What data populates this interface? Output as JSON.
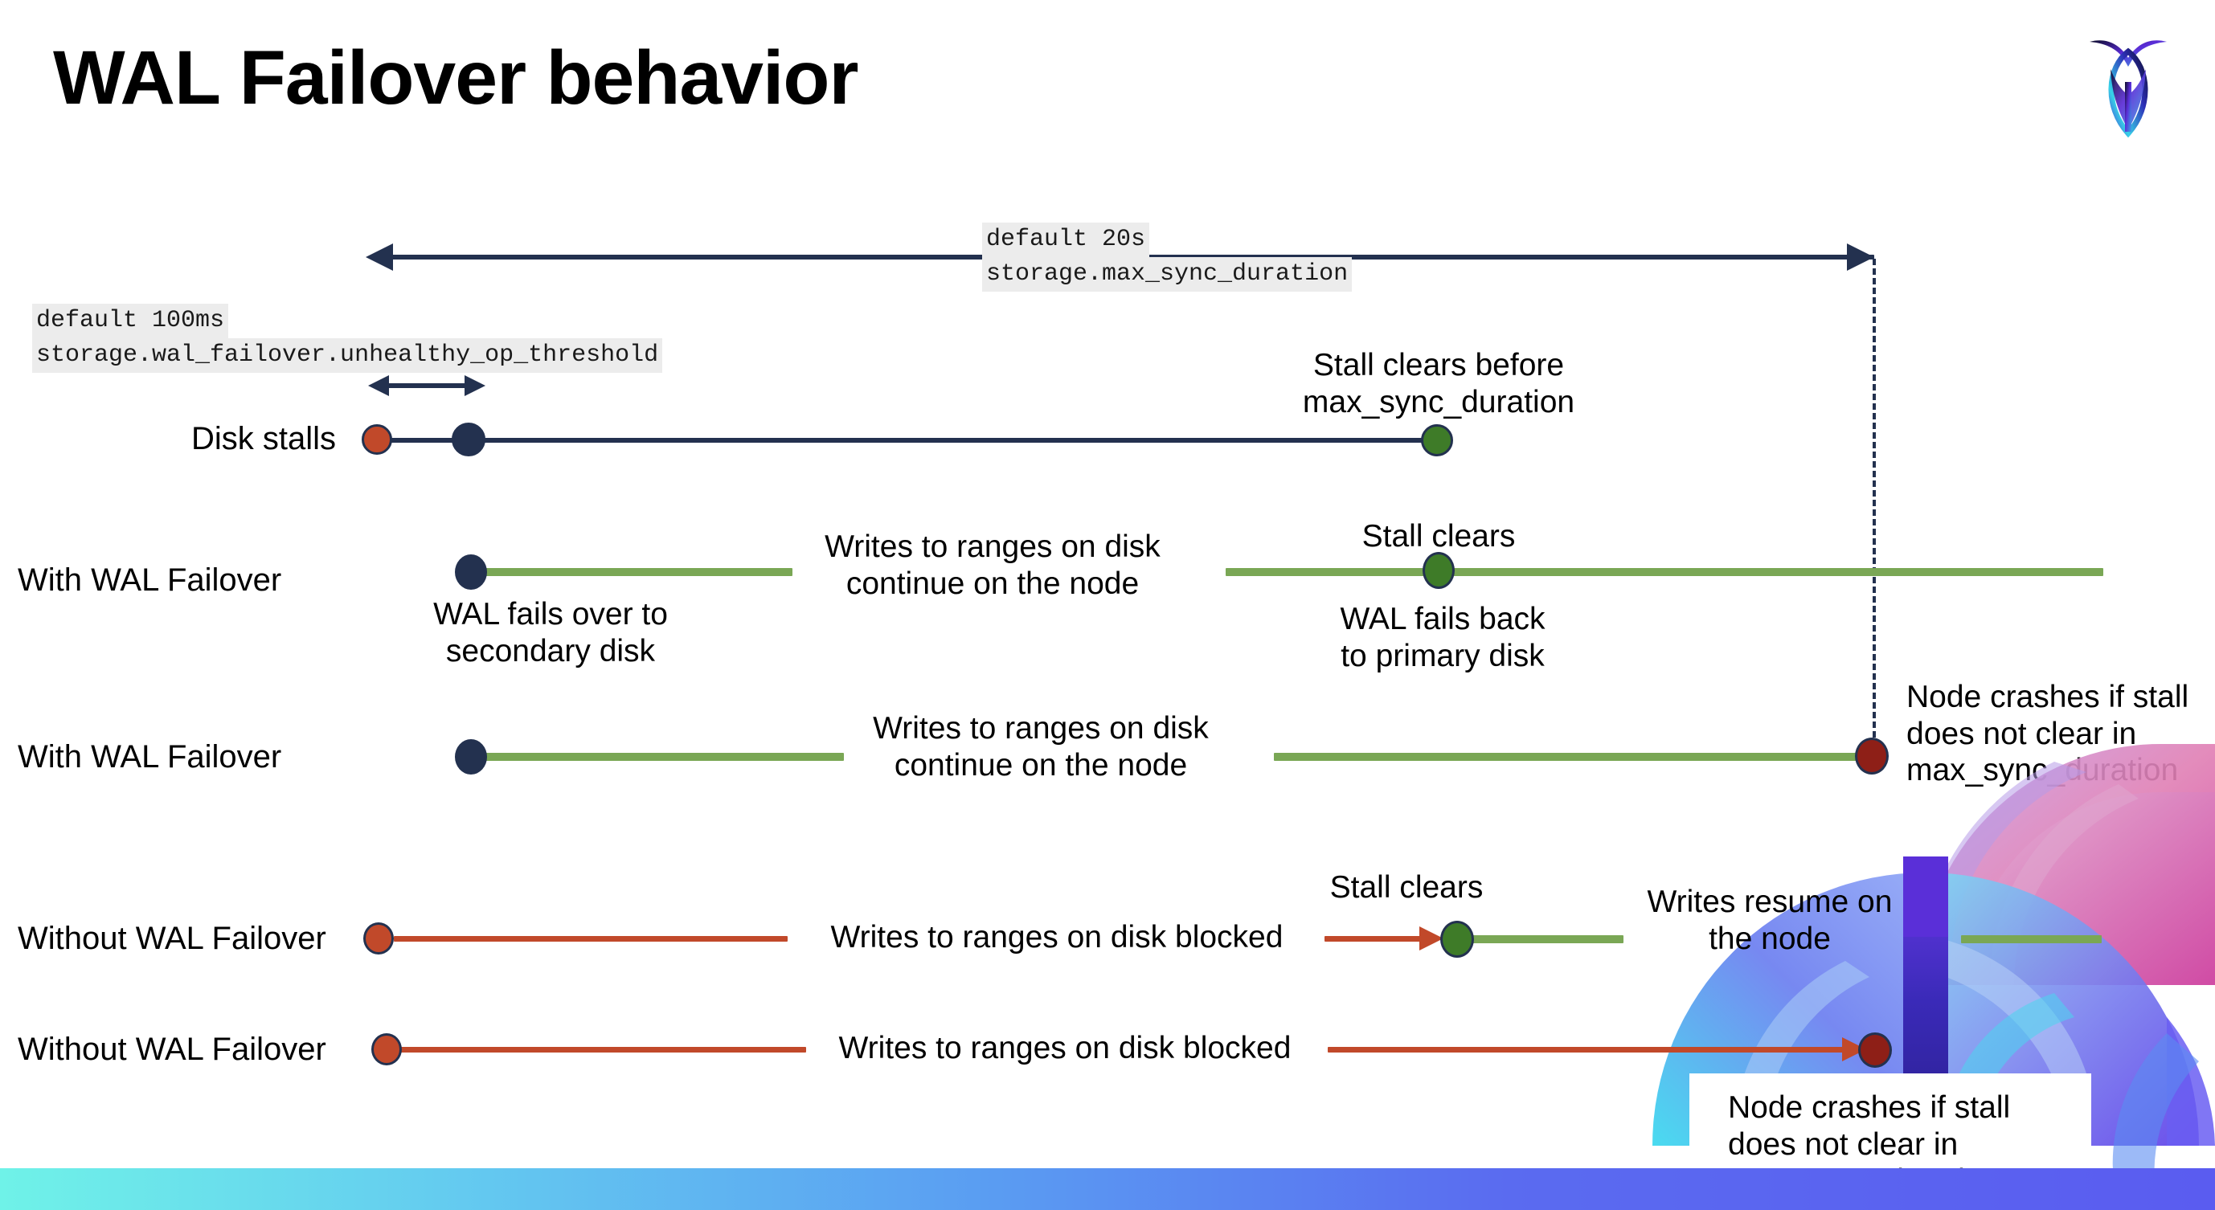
{
  "slide": {
    "title": "WAL Failover behavior",
    "logo_name": "cockroachdb-logo"
  },
  "settings": {
    "max_sync": {
      "default": "default 20s",
      "name": "storage.max_sync_duration"
    },
    "unhealthy_op": {
      "default": "default 100ms",
      "name": "storage.wal_failover.unhealthy_op_threshold"
    }
  },
  "rows": [
    {
      "label": "Disk stalls",
      "annotations": [
        "Stall clears before\nmax_sync_duration"
      ]
    },
    {
      "label": "With WAL Failover",
      "annotations": [
        "WAL fails over to\nsecondary disk",
        "Writes to ranges on disk\ncontinue on the node",
        "Stall clears",
        "WAL fails  back\nto primary disk"
      ]
    },
    {
      "label": "With WAL Failover",
      "annotations": [
        "Writes to ranges on disk\ncontinue on the node",
        "Node crashes if stall\ndoes not clear in\nmax_sync_duration"
      ]
    },
    {
      "label": "Without WAL Failover",
      "annotations": [
        "Writes to ranges on disk  blocked",
        "Stall clears",
        "Writes resume on\nthe node"
      ]
    },
    {
      "label": "Without WAL Failover",
      "annotations": [
        "Writes to ranges on disk  blocked",
        "Node crashes if stall\ndoes not clear in\nmax_sync_duration"
      ]
    }
  ],
  "colors": {
    "navy": "#23314f",
    "green_line": "#7aa755",
    "green_dot": "#3e7b28",
    "red_line": "#c1492a",
    "red_dot": "#c1492a",
    "dark_red_dot": "#8e1f17",
    "chip_bg": "#ececec"
  }
}
